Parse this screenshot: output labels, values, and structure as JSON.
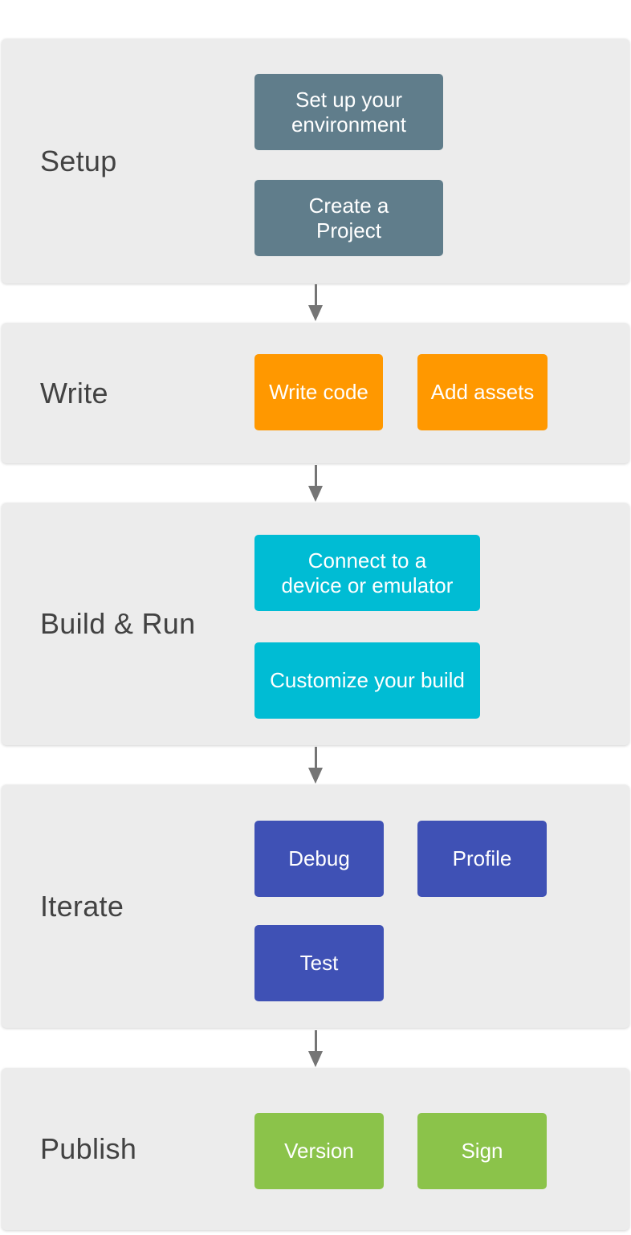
{
  "diagram": {
    "description_colors": {
      "page_background": "#ffffff",
      "stage_background": "#ececec",
      "stage_title_color": "#424242",
      "arrow_color": "#757575",
      "button_text_color": "#ffffff"
    },
    "sections": [
      {
        "title": "Setup",
        "color": "#607d8b",
        "buttons": [
          {
            "label": "Set up your\nenvironment"
          },
          {
            "label": "Create a\nProject"
          }
        ]
      },
      {
        "title": "Write",
        "color": "#ff9800",
        "buttons": [
          {
            "label": "Write code"
          },
          {
            "label": "Add assets"
          }
        ]
      },
      {
        "title": "Build & Run",
        "color": "#00bcd4",
        "buttons": [
          {
            "label": "Connect to a\ndevice or emulator"
          },
          {
            "label": "Customize your build"
          }
        ]
      },
      {
        "title": "Iterate",
        "color": "#3f51b5",
        "buttons": [
          {
            "label": "Debug"
          },
          {
            "label": "Profile"
          },
          {
            "label": "Test"
          }
        ]
      },
      {
        "title": "Publish",
        "color": "#8bc34a",
        "buttons": [
          {
            "label": "Version"
          },
          {
            "label": "Sign"
          }
        ]
      }
    ]
  }
}
